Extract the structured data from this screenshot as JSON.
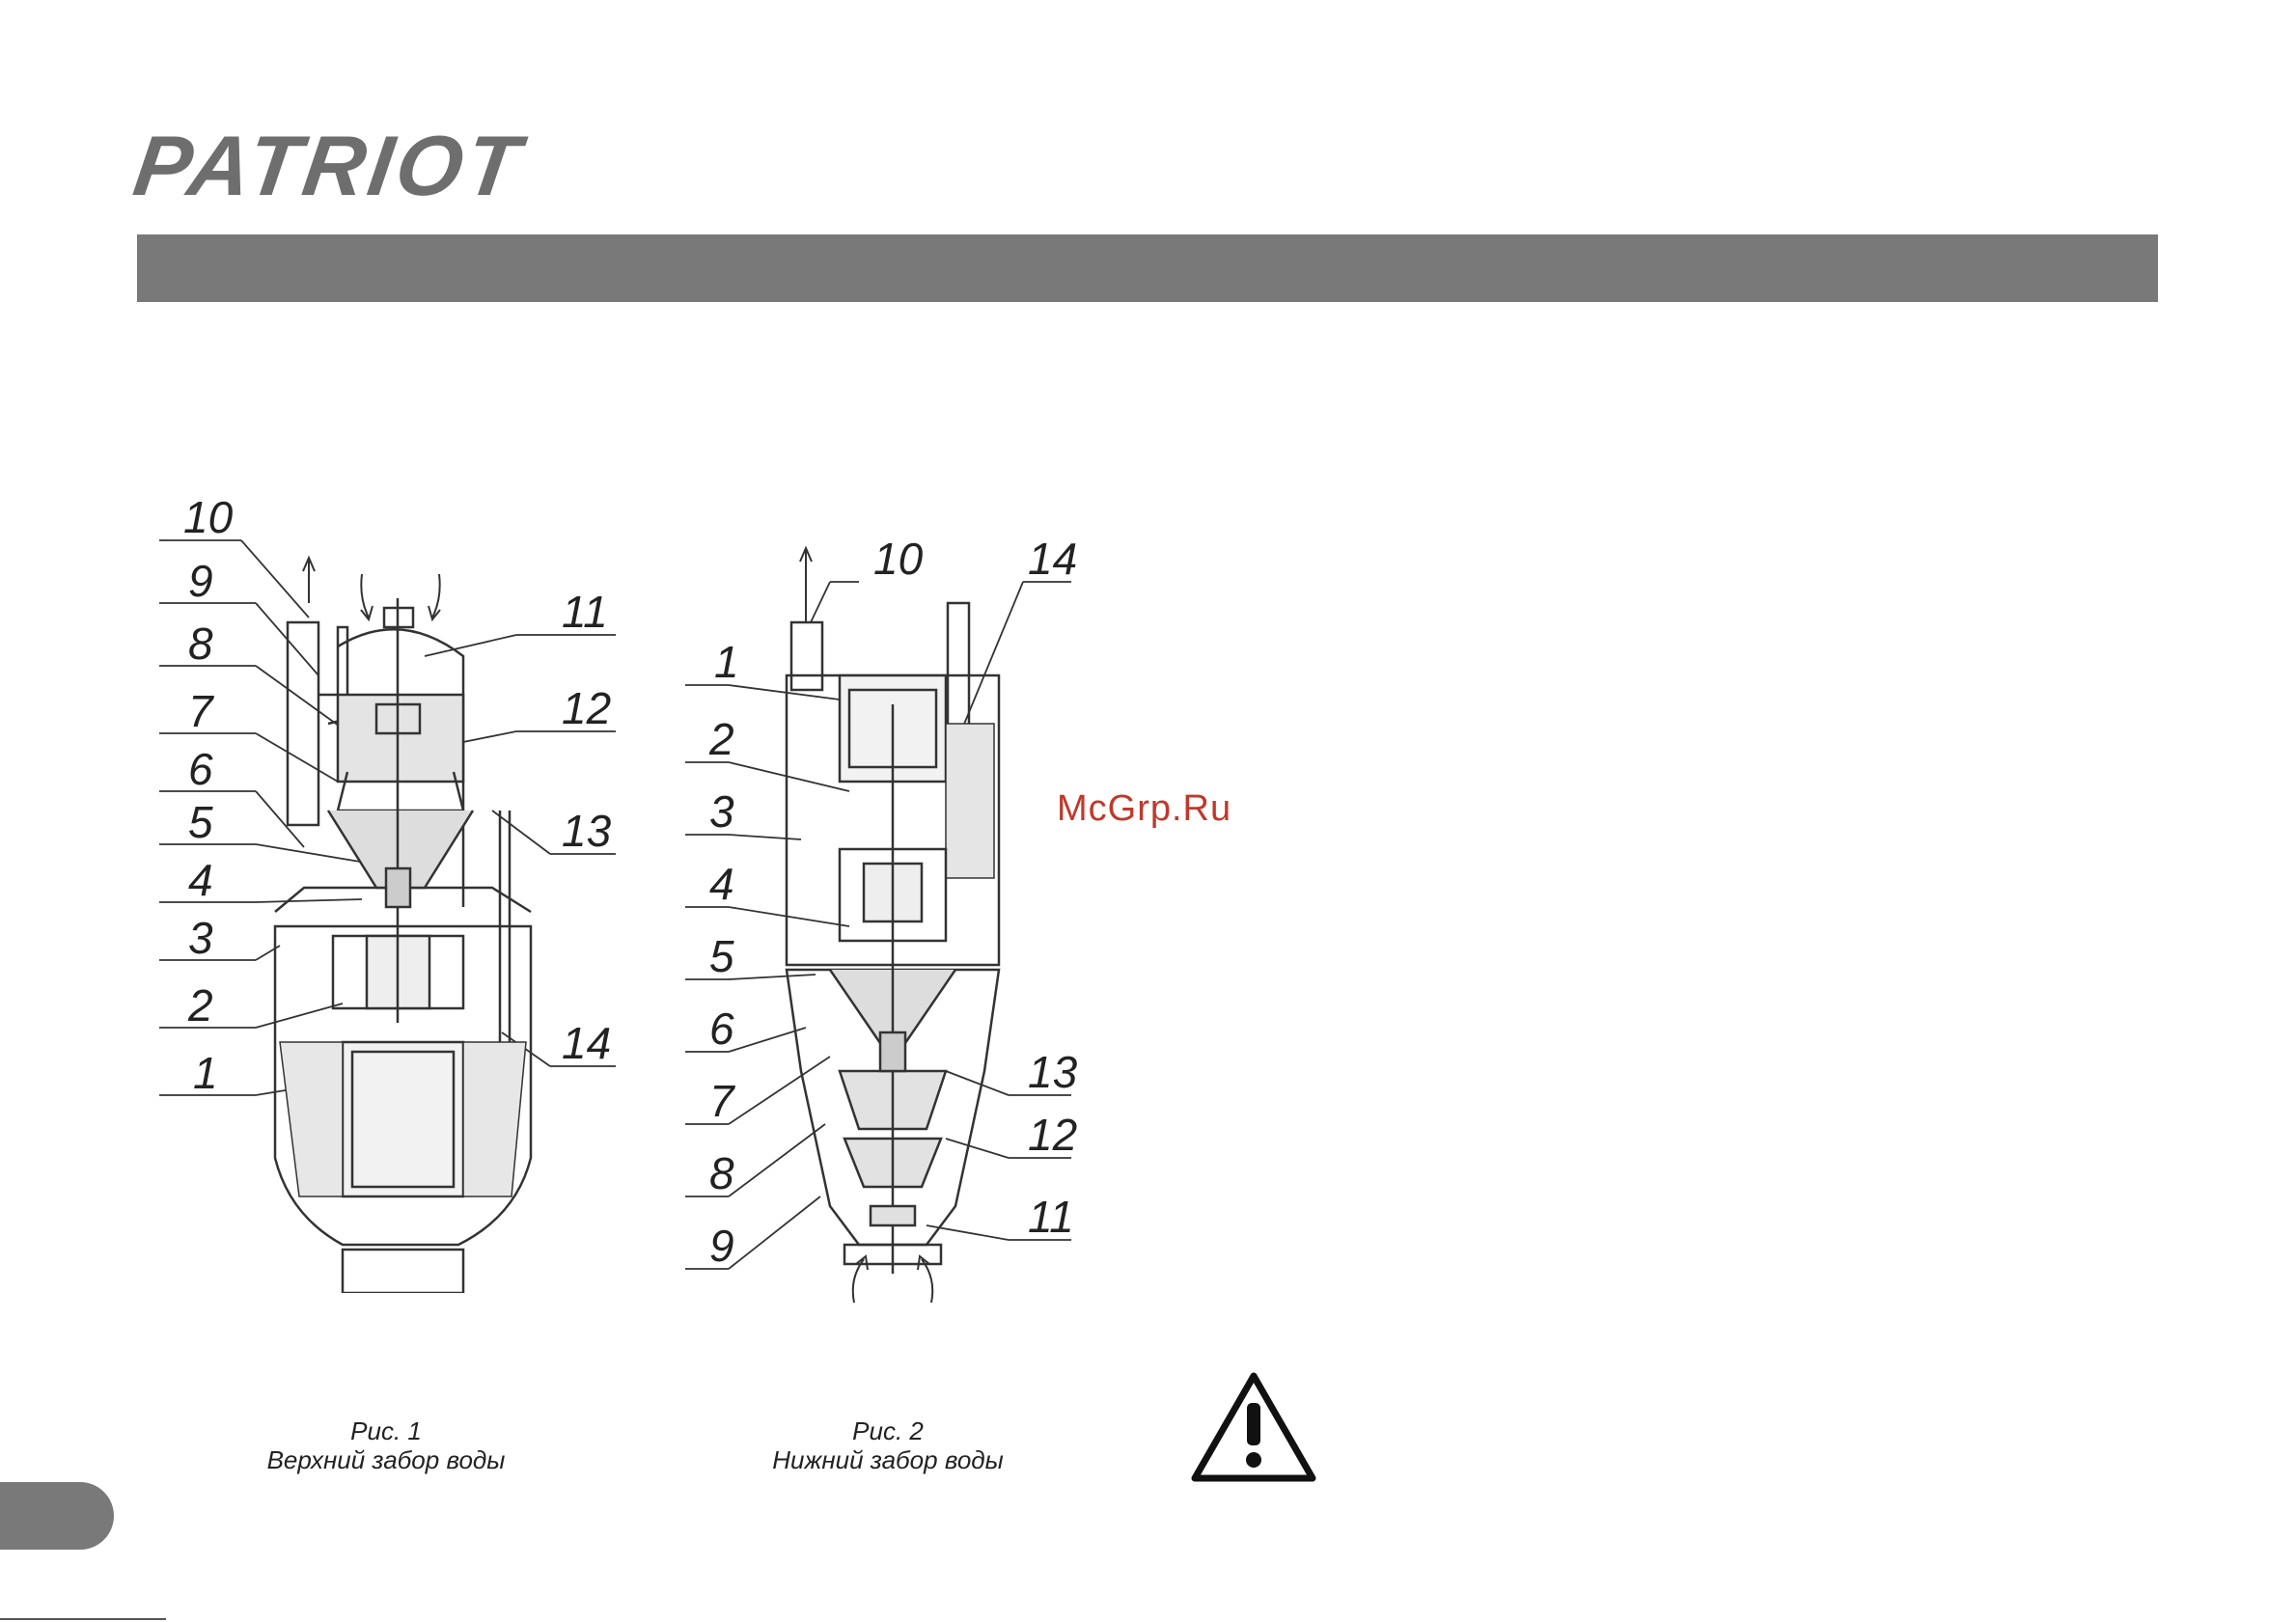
{
  "brand": {
    "logo_text": "PATRIOT"
  },
  "watermark": "McGrp.Ru",
  "figure1": {
    "caption_line1": "Рис. 1",
    "caption_line2": "Верхний забор воды",
    "labels": [
      "10",
      "9",
      "8",
      "7",
      "6",
      "5",
      "4",
      "3",
      "2",
      "1",
      "11",
      "12",
      "13",
      "14"
    ]
  },
  "figure2": {
    "caption_line1": "Рис. 2",
    "caption_line2": "Нижний забор воды",
    "labels": [
      "10",
      "14",
      "1",
      "2",
      "3",
      "4",
      "5",
      "6",
      "7",
      "8",
      "9",
      "13",
      "12",
      "11"
    ]
  },
  "warning_icon": "warning-triangle-icon",
  "colors": {
    "title_bar": "#7a797a",
    "logo": "#6e6e6e",
    "watermark": "#c0392b"
  }
}
